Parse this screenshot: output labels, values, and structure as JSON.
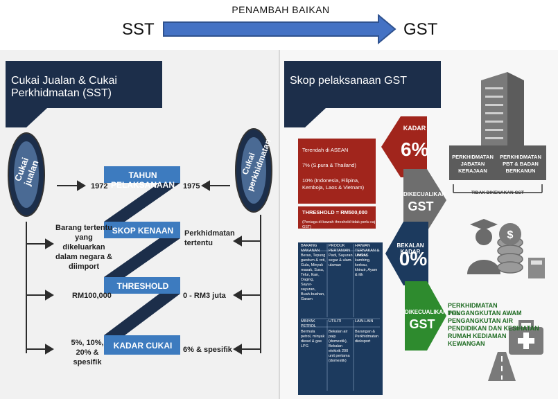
{
  "header": {
    "caption": "PENAMBAH BAIKAN",
    "from_label": "SST",
    "to_label": "GST"
  },
  "colors": {
    "navy": "#1c2e4a",
    "ribbon_blue": "#3d7bbf",
    "dark_red": "#a1251c",
    "green": "#2e8b2e",
    "gray": "#6e6e6e"
  },
  "left_panel": {
    "title": "Cukai Jualan & Cukai Perkhidmatan (SST)",
    "circle_left": "Cukai jualan",
    "circle_right": "Cukai perkhidmatan",
    "rows": [
      {
        "left": "1972",
        "center": "TAHUN PELAKSANAAN",
        "right": "1975"
      },
      {
        "left": "Barang tertentu yang dikeluarkan dalam negara & diimport",
        "center": "SKOP KENAAN",
        "right": "Perkhidmatan tertentu"
      },
      {
        "left": "RM100,000",
        "center": "THRESHOLD",
        "right": "0 - RM3 juta"
      },
      {
        "left": "5%, 10%, 20% & spesifik",
        "center": "KADAR CUKAI",
        "right": "6% & spesifik"
      }
    ]
  },
  "right_panel": {
    "title": "Skop pelaksanaan GST",
    "rate_box": {
      "items": [
        "Terendah di ASEAN",
        "7% (S.pura & Thailand)",
        "10% (Indonesia, Filipina, Kemboja, Laos & Vietnam)"
      ],
      "threshold": "THRESHOLD = RM500,000",
      "threshold_note": "(Peniaga di bawah threshold tidak perlu caj GST)"
    },
    "kadar_arrow": {
      "label": "KADAR",
      "value": "6%"
    },
    "exempt_arrow_1": {
      "label": "DIKECUALIKAN",
      "value": "GST"
    },
    "zero_arrow": {
      "label": "BEKALAN KADAR",
      "value": "0%"
    },
    "exempt_arrow_2": {
      "label": "DIKECUALIKAN",
      "value": "GST"
    },
    "govt_services": {
      "left": "PERKHIDMATAN JABATAN KERAJAAN",
      "right": "PERKHIDMATAN PBT & BADAN BERKANUN",
      "note": "TIDAK DIKENAKAN GST"
    },
    "zero_table": {
      "headers": [
        "BARANG MAKANAN",
        "PRODUK PERTANIAN",
        "HAIWAN TERNAKAN & UNGAS"
      ],
      "cells": [
        "Beras, Tepung gandum & roti, Gula, Minyak masak, Susu, Telur, Ikan, Daging, Sayur-sayuran, Buah-buahan, Garam",
        "Padi, Sayuran segar & ulam-ulaman",
        "Lembu, kambing, kerbau, khinzir, Ayam & itik"
      ],
      "headers2": [
        "MINYAK PETROL",
        "UTILITI",
        "LAIN-LAIN"
      ],
      "cells2": [
        "Bermula petrol, minyak diesel & gas LPG",
        "Bekalan air paip (domestik), Bekalan elektrik 200 unit pertama (domestik)",
        "Barangan & Perkhidmatan dieksport"
      ]
    },
    "exempt_list": [
      "PERKHIDMATAN PENGANGKUTAN AWAM",
      "TOL",
      "PENGANGKUTAN AIR",
      "PENDIDIKAN DAN KESIHATAN",
      "RUMAH KEDIAMAN",
      "KEWANGAN"
    ]
  }
}
